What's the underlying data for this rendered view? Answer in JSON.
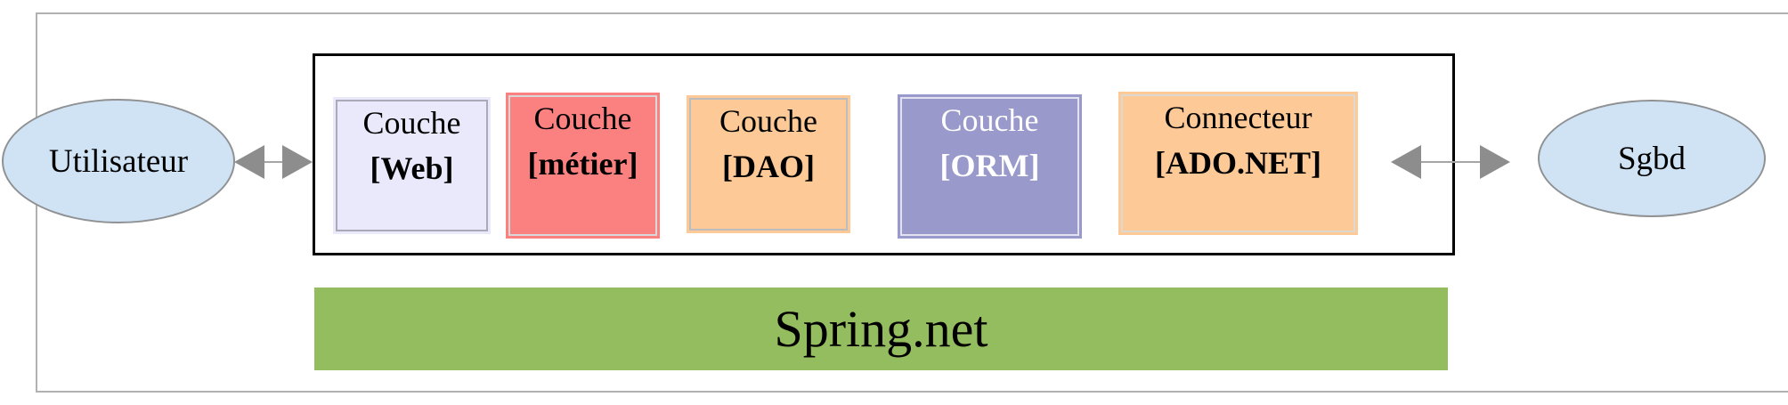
{
  "diagram": {
    "actors": {
      "left": {
        "label": "Utilisateur",
        "fill": "#cfe3f5",
        "border_color": "#8f9193",
        "text_color": "#000000"
      },
      "right": {
        "label": "Sgbd",
        "fill": "#cfe3f5",
        "border_color": "#8f9193",
        "text_color": "#000000"
      }
    },
    "container": {
      "border_color": "#000000",
      "fill": "#ffffff"
    },
    "layers": [
      {
        "line1": "Couche",
        "line2": "[Web]",
        "fill": "#e9e9fb",
        "inner_border": "#a9a9b8",
        "text_color": "#000000"
      },
      {
        "line1": "Couche",
        "line2": "[métier]",
        "fill": "#fb8181",
        "inner_border": "#d8d8d8",
        "text_color": "#000000"
      },
      {
        "line1": "Couche",
        "line2": "[DAO]",
        "fill": "#fdc997",
        "inner_border": "#bdbdbf",
        "text_color": "#000000"
      },
      {
        "line1": "Couche",
        "line2": "[ORM]",
        "fill": "#9999cb",
        "inner_border": "#e2e1f0",
        "text_color": "#ffffff"
      },
      {
        "line1": "Connecteur",
        "line2": "[ADO.NET]",
        "fill": "#fdc997",
        "inner_border": "#ddd8d0",
        "text_color": "#000000"
      }
    ],
    "framework_bar": {
      "label": "Spring.net",
      "fill": "#93bd5e",
      "text_color": "#000000"
    },
    "arrows": {
      "head_color": "#8d8d8d",
      "line_color": "#a6a6a6"
    },
    "frame": {
      "border_color": "#b1b1b1"
    }
  }
}
